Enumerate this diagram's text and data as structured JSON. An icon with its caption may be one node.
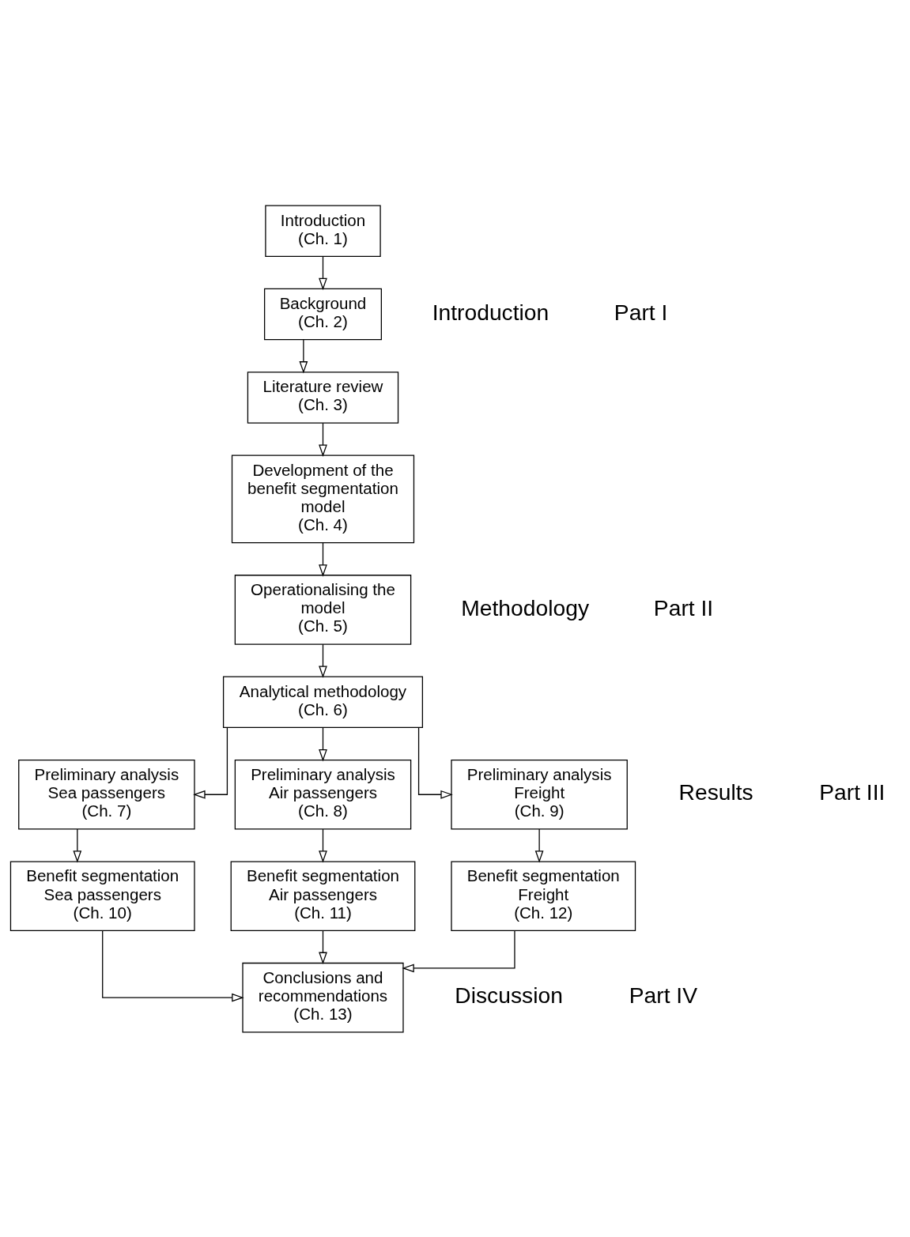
{
  "diagram": {
    "nodes": [
      {
        "text": [
          "Introduction",
          "(Ch. 1)"
        ]
      },
      {
        "text": [
          "Background",
          "(Ch. 2)"
        ]
      },
      {
        "text": [
          "Literature review",
          "(Ch. 3)"
        ]
      },
      {
        "text": [
          "Development of the benefit segmentation model",
          "(Ch. 4)"
        ]
      },
      {
        "text": [
          "Operationalising the model",
          "(Ch. 5)"
        ]
      },
      {
        "text": [
          "Analytical methodology",
          "(Ch. 6)"
        ]
      },
      {
        "text": [
          "Preliminary analysis Sea passengers",
          "(Ch. 7)"
        ]
      },
      {
        "text": [
          "Preliminary analysis Air passengers",
          "(Ch. 8)"
        ]
      },
      {
        "text": [
          "Preliminary analysis Freight",
          "(Ch. 9)"
        ]
      },
      {
        "text": [
          "Benefit segmentation Sea passengers",
          "(Ch. 10)"
        ]
      },
      {
        "text": [
          "Benefit segmentation Air passengers",
          "(Ch. 11)"
        ]
      },
      {
        "text": [
          "Benefit segmentation Freight",
          "(Ch. 12)"
        ]
      },
      {
        "text": [
          "Conclusions and recommendations",
          "(Ch. 13)"
        ]
      }
    ],
    "edges": [
      {
        "from": 0,
        "to": 1,
        "arrow": "to"
      },
      {
        "from": 1,
        "to": 2,
        "arrow": "to"
      },
      {
        "from": 2,
        "to": 3,
        "arrow": "to"
      },
      {
        "from": 3,
        "to": 4,
        "arrow": "to"
      },
      {
        "from": 4,
        "to": 5,
        "arrow": "to"
      },
      {
        "from": 5,
        "to": 6,
        "arrow": "to"
      },
      {
        "from": 5,
        "to": 7,
        "arrow": "to"
      },
      {
        "from": 5,
        "to": 8,
        "arrow": "to"
      },
      {
        "from": 6,
        "to": 9,
        "arrow": "to"
      },
      {
        "from": 7,
        "to": 10,
        "arrow": "to"
      },
      {
        "from": 8,
        "to": 11,
        "arrow": "to"
      },
      {
        "from": 9,
        "to": 12,
        "arrow": "to"
      },
      {
        "from": 10,
        "to": 12,
        "arrow": "to"
      },
      {
        "from": 11,
        "to": 12,
        "arrow": "to"
      }
    ],
    "labels": [
      "Part I",
      "Introduction",
      "Part II",
      "Methodology",
      "Part III",
      "Results",
      "Part IV",
      "Discussion"
    ]
  }
}
